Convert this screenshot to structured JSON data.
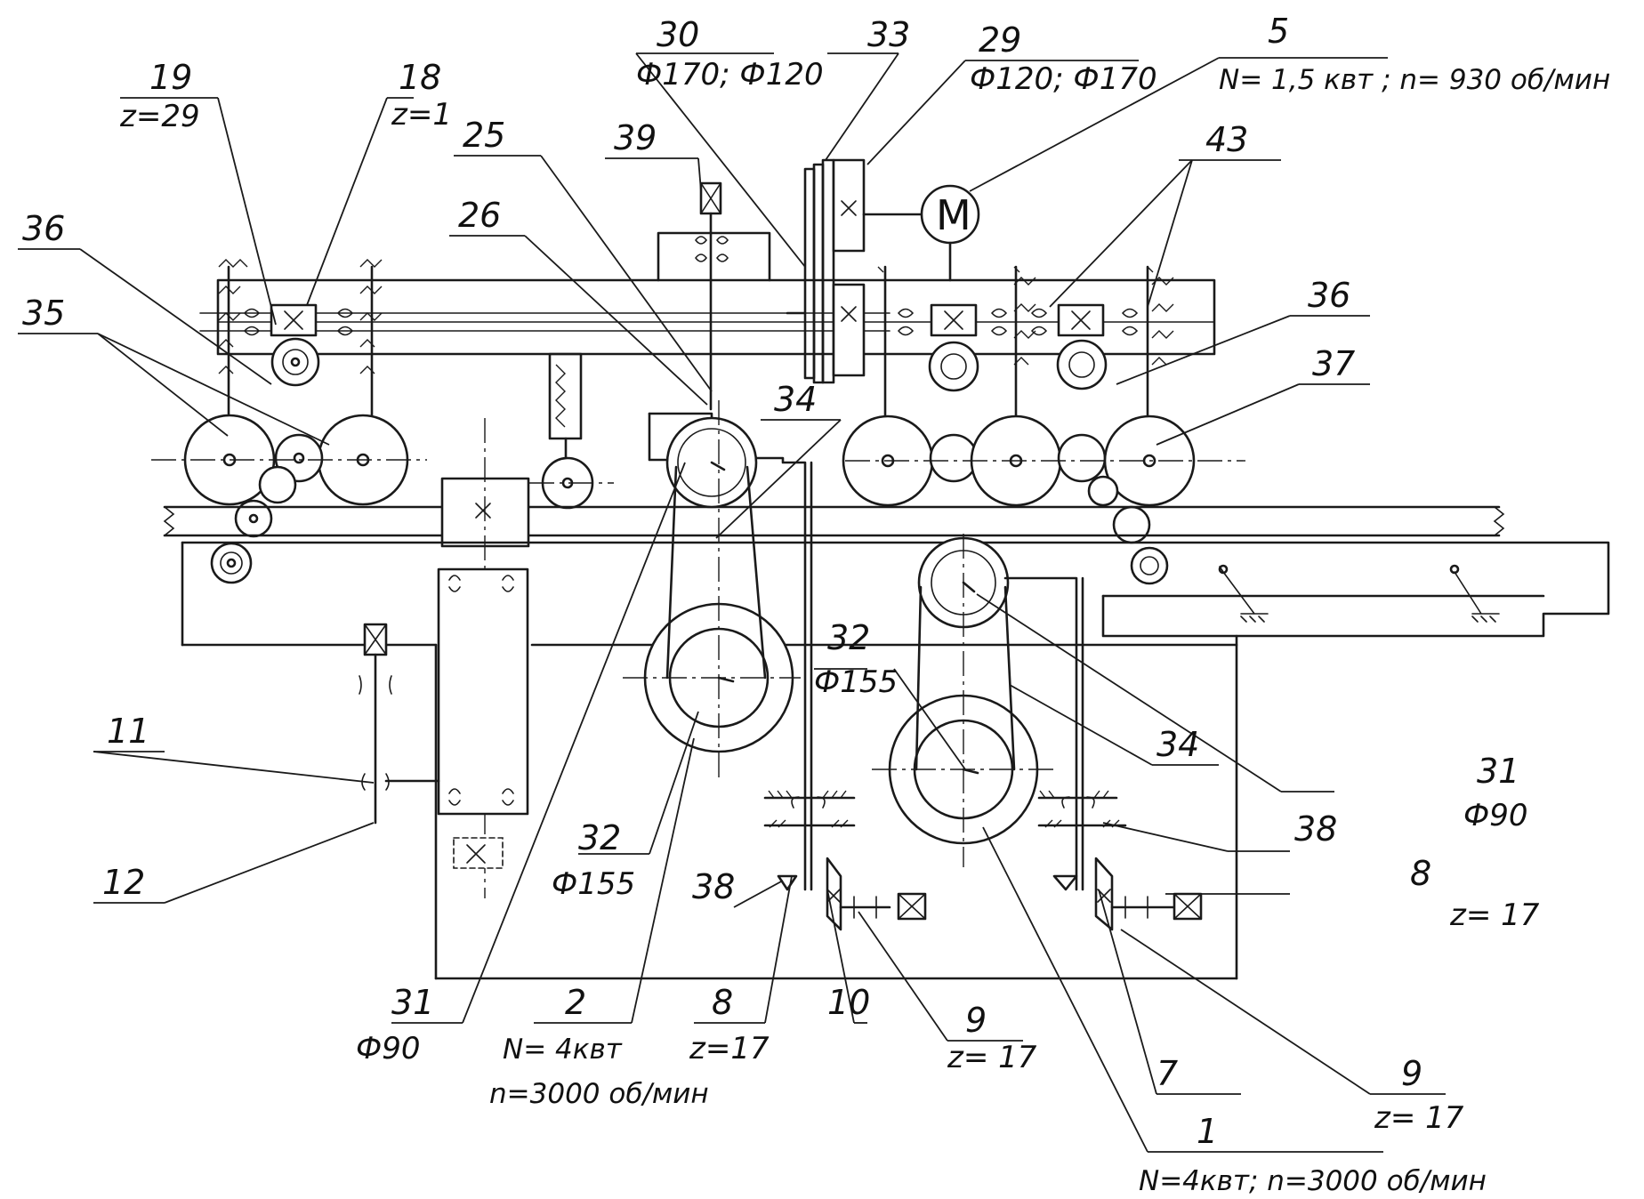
{
  "labels": {
    "l30": {
      "num": "30",
      "sub": "Ф170; Ф120"
    },
    "l33": {
      "num": "33"
    },
    "l29": {
      "num": "29",
      "sub": "Ф120; Ф170"
    },
    "l5": {
      "num": "5",
      "sub": "N= 1,5 квт ; n= 930 об/мин"
    },
    "l19": {
      "num": "19",
      "sub": "z=29"
    },
    "l18": {
      "num": "18",
      "sub": "z=1"
    },
    "l25": {
      "num": "25"
    },
    "l39": {
      "num": "39"
    },
    "l26": {
      "num": "26"
    },
    "l43": {
      "num": "43"
    },
    "l36a": {
      "num": "36"
    },
    "l35": {
      "num": "35"
    },
    "l36b": {
      "num": "36"
    },
    "l37": {
      "num": "37"
    },
    "l34a": {
      "num": "34"
    },
    "l32a": {
      "num": "32",
      "sub": "Ф155"
    },
    "l11": {
      "num": "11"
    },
    "l12": {
      "num": "12"
    },
    "l34b": {
      "num": "34"
    },
    "l31b": {
      "num": "31",
      "sub": "Ф90"
    },
    "l38a": {
      "num": "38"
    },
    "l38b": {
      "num": "38"
    },
    "l8b": {
      "num": "8",
      "sub": "z= 17"
    },
    "l32b": {
      "num": "32",
      "sub": "Ф155"
    },
    "l31a": {
      "num": "31",
      "sub": "Ф90"
    },
    "l2": {
      "num": "2",
      "sub": "N= 4квт",
      "sub2": "n=3000 об/мин"
    },
    "l8a": {
      "num": "8",
      "sub": "z=17"
    },
    "l10": {
      "num": "10"
    },
    "l9a": {
      "num": "9",
      "sub": "z= 17"
    },
    "l7": {
      "num": "7"
    },
    "l9b": {
      "num": "9",
      "sub": "z= 17"
    },
    "l1": {
      "num": "1",
      "sub": "N=4квт; n=3000 об/мин"
    }
  },
  "motor": {
    "symbol": "M"
  }
}
